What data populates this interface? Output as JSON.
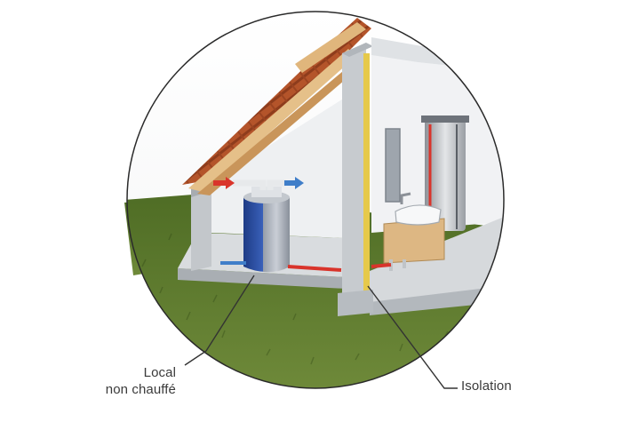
{
  "labels": {
    "local_line1": "Local",
    "local_line2": "non chauffé",
    "isolation": "Isolation"
  },
  "colors": {
    "grass": "#5c7a2e",
    "roof_tiles": "#b4542a",
    "concrete": "#c9cdd1",
    "insulation": "#e6c94a",
    "tank_blue": "#2d4fa3",
    "tank_gray": "#b8bcc2",
    "pipe_red": "#d9342b",
    "pipe_blue": "#3f7ec9",
    "wood": "#d8b27a"
  },
  "icons": [
    "red-air-arrow-icon",
    "blue-air-arrow-icon"
  ]
}
